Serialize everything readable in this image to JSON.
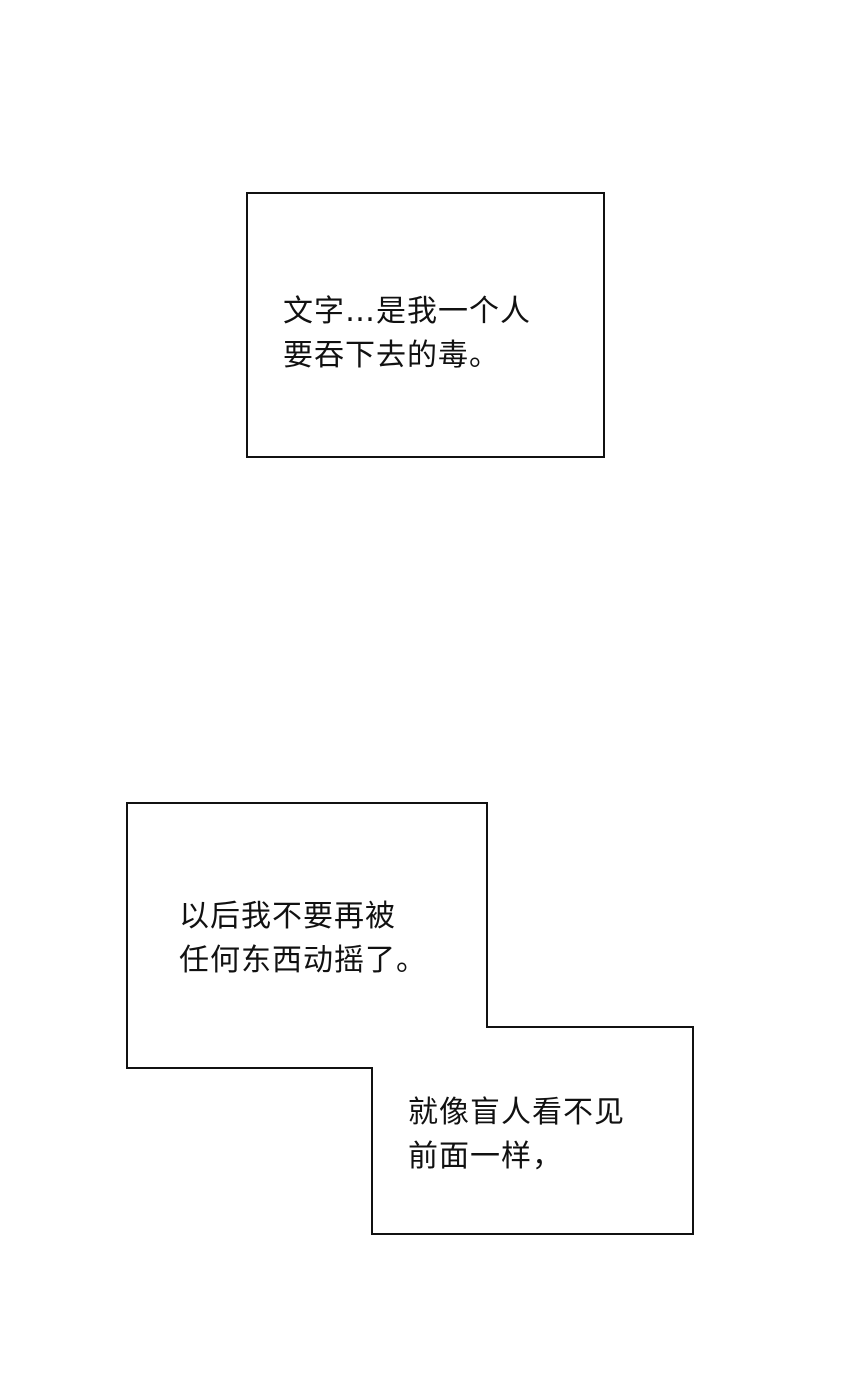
{
  "panels": [
    {
      "id": "caption-1",
      "lines": [
        "文字…是我一个人",
        "要吞下去的毒。"
      ]
    },
    {
      "id": "caption-2",
      "lines": [
        "以后我不要再被",
        "任何东西动摇了。"
      ]
    },
    {
      "id": "caption-3",
      "lines": [
        "就像盲人看不见",
        "前面一样，"
      ]
    }
  ],
  "colors": {
    "background": "#ffffff",
    "border": "#111111",
    "text": "#111111"
  }
}
